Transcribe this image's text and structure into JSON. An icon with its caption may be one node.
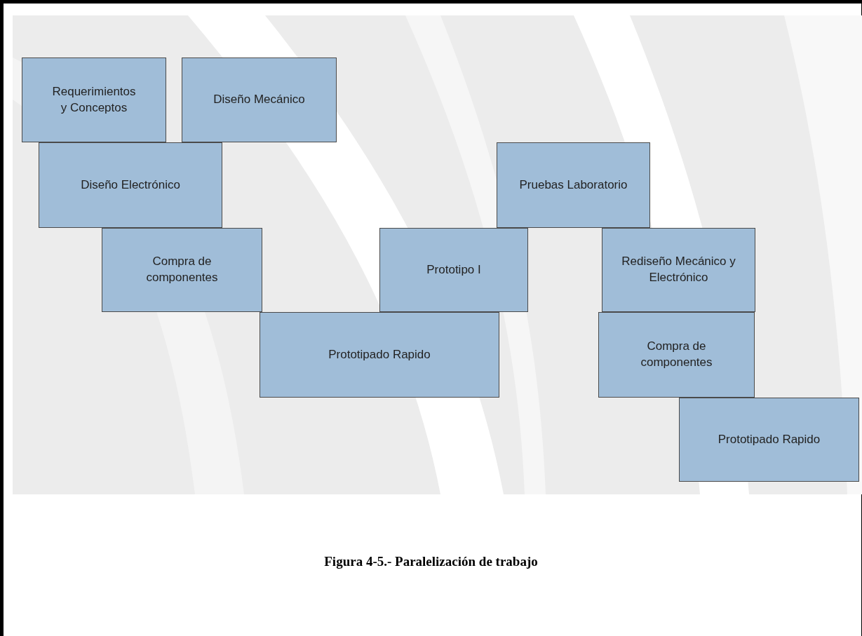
{
  "diagram": {
    "caption": "Figura 4-5.- Paralelización de trabajo",
    "nodes": [
      {
        "text": [
          "Requerimientos y Conceptos"
        ]
      },
      {
        "text": [
          "Diseño Mecánico"
        ]
      },
      {
        "text": [
          "Diseño Electrónico"
        ]
      },
      {
        "text": [
          "Pruebas Laboratorio"
        ]
      },
      {
        "text": [
          "Compra de componentes"
        ]
      },
      {
        "text": [
          "Prototipo I"
        ]
      },
      {
        "text": [
          "Rediseño Mecánico y Electrónico"
        ]
      },
      {
        "text": [
          "Prototipado Rapido"
        ]
      },
      {
        "text": [
          "Compra de componentes"
        ]
      },
      {
        "text": [
          "Prototipado Rapido"
        ]
      }
    ]
  }
}
